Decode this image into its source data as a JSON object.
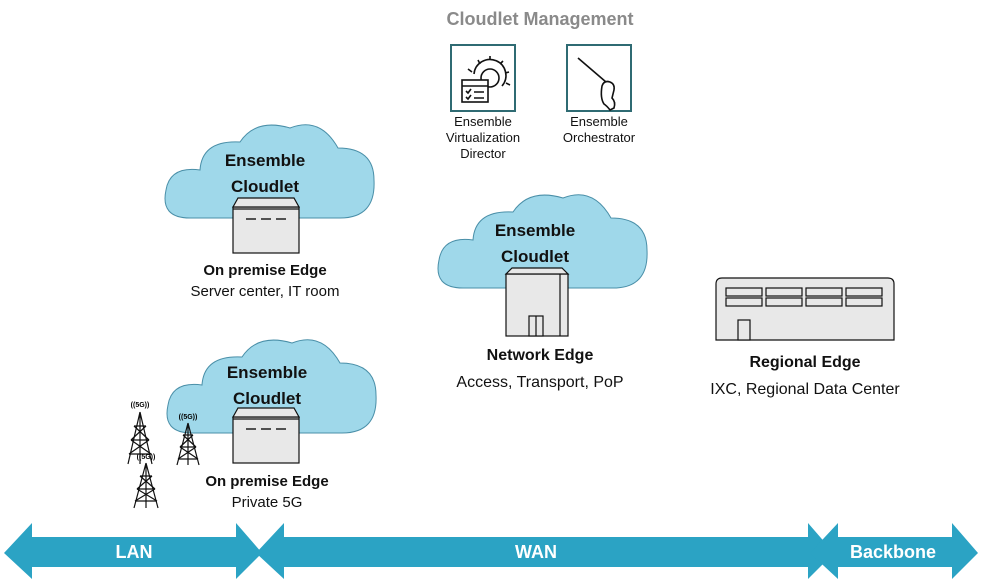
{
  "title": "Cloudlet Management",
  "management": {
    "virtualization_director": "Ensemble\nVirtualization\nDirector",
    "orchestrator": "Ensemble\nOrchestrator"
  },
  "clouds": {
    "on_premise_top": "Ensemble\nCloudlet",
    "on_premise_bottom": "Ensemble\nCloudlet",
    "network": "Ensemble\nCloudlet"
  },
  "edges": {
    "on_premise_server": {
      "title": "On premise Edge",
      "subtitle": "Server center, IT room"
    },
    "on_premise_5g": {
      "title": "On premise Edge",
      "subtitle": "Private 5G"
    },
    "network": {
      "title": "Network Edge",
      "subtitle": "Access, Transport, PoP"
    },
    "regional": {
      "title": "Regional Edge",
      "subtitle": "IXC, Regional Data Center"
    }
  },
  "tower_badge": "((5G))",
  "arrows": {
    "lan": "LAN",
    "wan": "WAN",
    "backbone": "Backbone"
  },
  "colors": {
    "cloud_fill": "#9fd8ea",
    "cloud_stroke": "#4a8fa8",
    "arrow": "#2ba3c4",
    "title_gray": "#8a8a8a",
    "box_stroke": "#2f6b73"
  },
  "icons": [
    "gear-window-icon",
    "wand-hand-icon",
    "cloud-icon",
    "building-icon",
    "cell-tower-icon",
    "datacenter-icon"
  ]
}
